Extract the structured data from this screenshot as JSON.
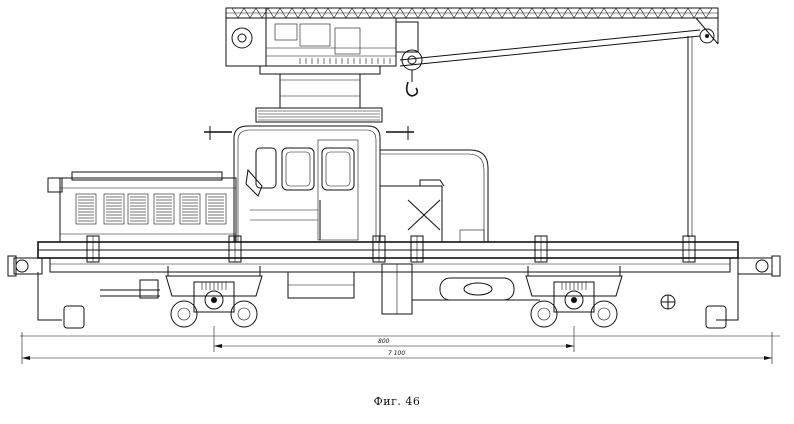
{
  "figure": {
    "caption": "Фиг. 46",
    "dimensions": {
      "inner": "800",
      "overall": "7 100"
    }
  }
}
